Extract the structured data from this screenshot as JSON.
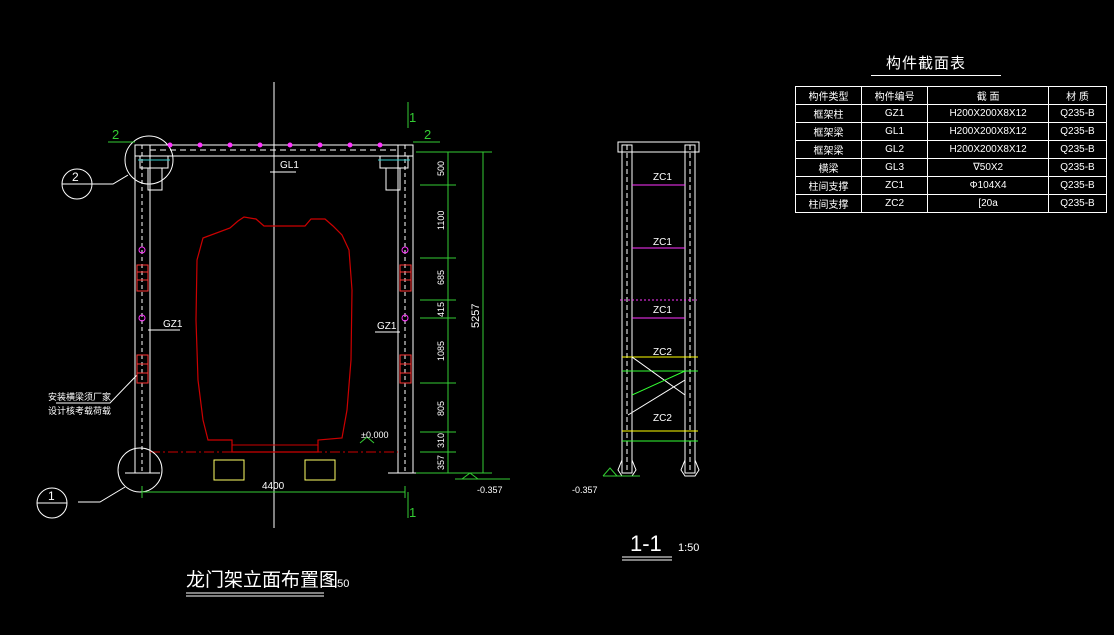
{
  "colors": {
    "background": "#000000",
    "structure": "#ffffff",
    "dimension": "#33cc33",
    "train_outline": "#cc0000",
    "magenta": "#ff33ff",
    "yellow": "#ffff00",
    "axis": "#33cc33"
  },
  "elevation": {
    "title": "龙门架立面布置图",
    "scale": "1:50",
    "width_dim": "4400",
    "height_dim": "5257",
    "segment_dims": [
      "500",
      "1100",
      "685",
      "415",
      "1085",
      "805",
      "310",
      "357"
    ],
    "zero_level": "±0.000",
    "bottom_level": "-0.357",
    "column_label_left": "GZ1",
    "column_label_right": "GZ1",
    "beam_label": "GL1",
    "note_line1": "安装横梁须厂家",
    "note_line2": "设计核考载荷载",
    "detail_callout_top": "2",
    "detail_callout_bottom": "1",
    "section_mark_top_left": "2",
    "section_mark_top_right": "2",
    "section_mark_1_top": "1",
    "section_mark_1_bottom": "1"
  },
  "section": {
    "title": "1-1",
    "scale": "1:50",
    "bottom_level": "-0.357",
    "brace_labels": [
      "ZC1",
      "ZC1",
      "ZC1",
      "ZC2",
      "ZC2"
    ]
  },
  "table": {
    "title": "构件截面表",
    "headers": [
      "构件类型",
      "构件编号",
      "截 面",
      "材 质"
    ],
    "rows": [
      [
        "框架柱",
        "GZ1",
        "H200X200X8X12",
        "Q235-B"
      ],
      [
        "框架梁",
        "GL1",
        "H200X200X8X12",
        "Q235-B"
      ],
      [
        "框架梁",
        "GL2",
        "H200X200X8X12",
        "Q235-B"
      ],
      [
        "横梁",
        "GL3",
        "∇50X2",
        "Q235-B"
      ],
      [
        "柱间支撑",
        "ZC1",
        "Φ104X4",
        "Q235-B"
      ],
      [
        "柱间支撑",
        "ZC2",
        "[20a",
        "Q235-B"
      ]
    ]
  }
}
